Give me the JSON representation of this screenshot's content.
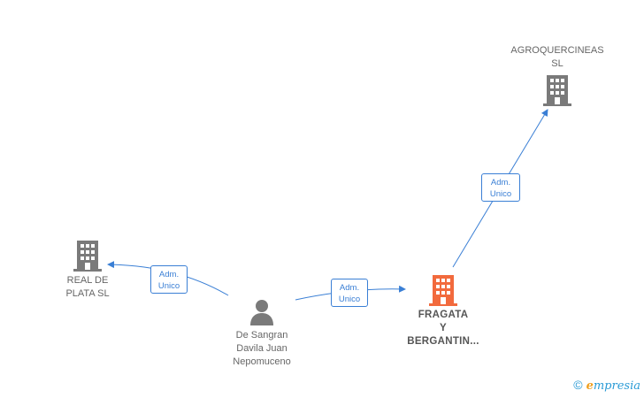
{
  "nodes": {
    "agroquercineas": {
      "label": "AGROQUERCINEAS\nSL",
      "icon": "building-icon",
      "color": "#7a7a7a"
    },
    "real_de_plata": {
      "label": "REAL DE\nPLATA SL",
      "icon": "building-icon",
      "color": "#7a7a7a"
    },
    "de_sangran": {
      "label": "De Sangran\nDavila Juan\nNepomuceno",
      "icon": "person-icon",
      "color": "#7a7a7a"
    },
    "fragata": {
      "label": "FRAGATA\nY\nBERGANTIN...",
      "icon": "building-icon",
      "color": "#f26a3d"
    }
  },
  "edges": [
    {
      "from": "de_sangran",
      "to": "real_de_plata",
      "label": "Adm.\nUnico"
    },
    {
      "from": "de_sangran",
      "to": "fragata",
      "label": "Adm.\nUnico"
    },
    {
      "from": "fragata",
      "to": "agroquercineas",
      "label": "Adm.\nUnico"
    }
  ],
  "footer": {
    "copyright_symbol": "©",
    "brand_first": "e",
    "brand_rest": "mpresia"
  },
  "colors": {
    "edge": "#3a7fd5",
    "node_gray": "#7a7a7a",
    "node_highlight": "#f26a3d",
    "brand_blue": "#2a9bd6",
    "brand_orange": "#f0a020"
  }
}
